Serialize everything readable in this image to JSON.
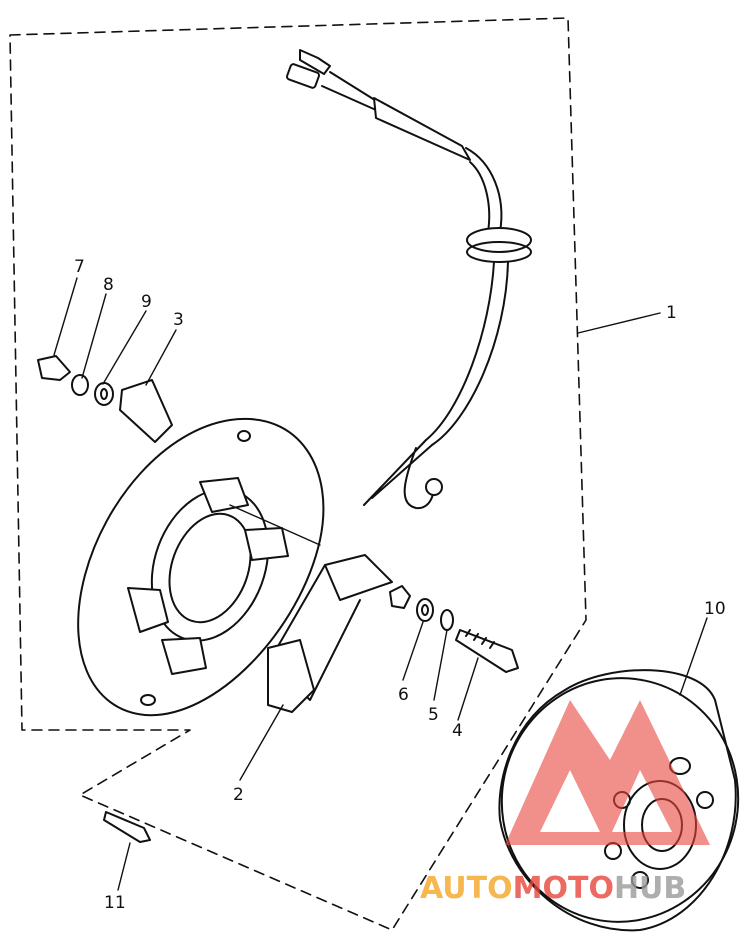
{
  "callouts": {
    "c1": "1",
    "c2": "2",
    "c3": "3",
    "c4": "4",
    "c5": "5",
    "c6": "6",
    "c7": "7",
    "c8": "8",
    "c9": "9",
    "c10": "10",
    "c11": "11"
  },
  "watermark": {
    "part1": "AUTO",
    "part2": "MOTO",
    "part3": "HUB"
  },
  "colors": {
    "ink": "#111111",
    "paper": "#ffffff",
    "watermark_red": "#e8453c",
    "watermark_orange": "#f5a623",
    "watermark_gray": "#9a9a9a"
  }
}
